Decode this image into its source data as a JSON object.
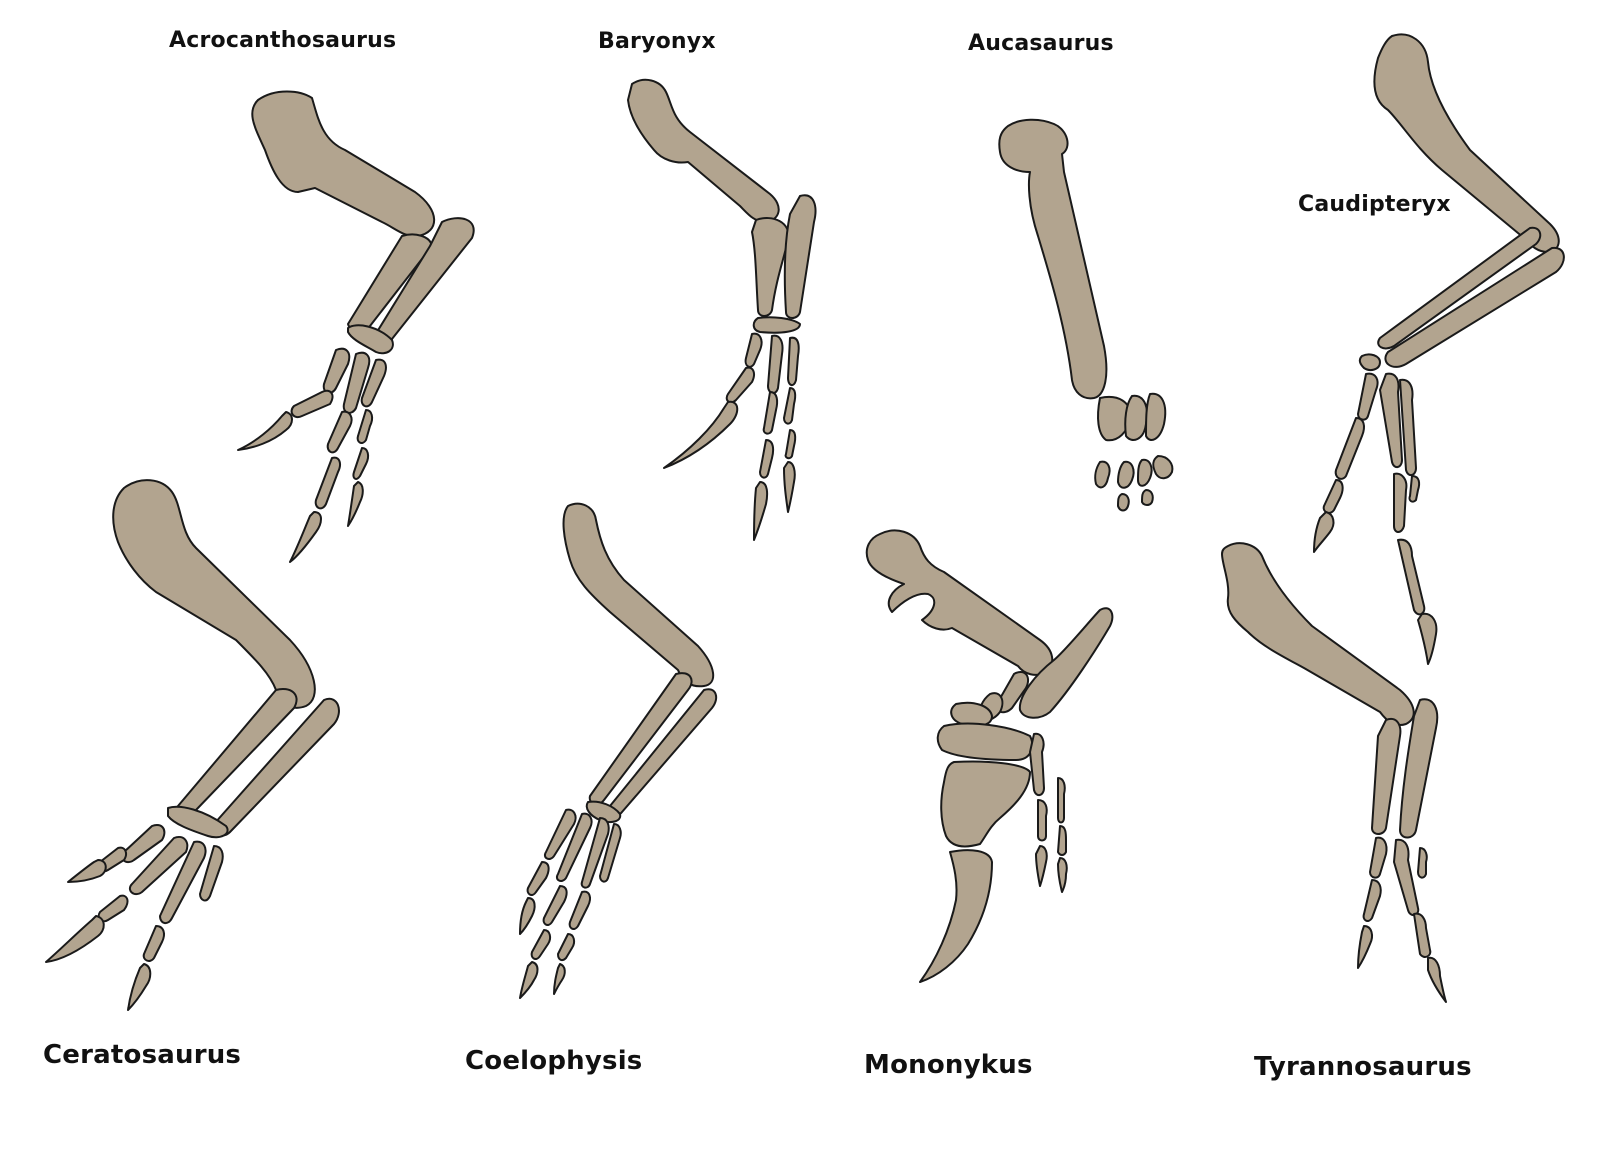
{
  "bone_fill": "#b2a48f",
  "outline_color": "#1a1a1a",
  "background": "#ffffff",
  "specimens": {
    "acrocanthosaurus": {
      "name": "Acrocanthosaurus"
    },
    "baryonyx": {
      "name": "Baryonyx"
    },
    "aucasaurus": {
      "name": "Aucasaurus"
    },
    "caudipteryx": {
      "name": "Caudipteryx"
    },
    "ceratosaurus": {
      "name": "Ceratosaurus"
    },
    "coelophysis": {
      "name": "Coelophysis"
    },
    "mononykus": {
      "name": "Mononykus"
    },
    "tyrannosaurus": {
      "name": "Tyrannosaurus"
    }
  }
}
